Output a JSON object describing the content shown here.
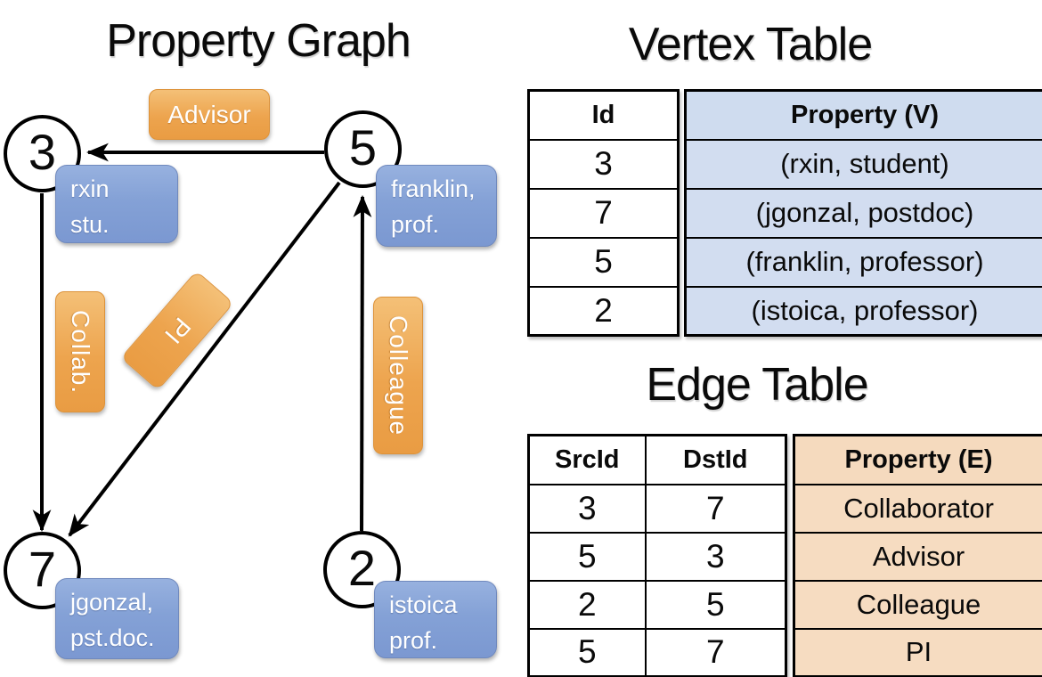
{
  "graph": {
    "title": "Property Graph",
    "nodes": [
      {
        "id": "3",
        "property_line1": "rxin",
        "property_line2": "stu."
      },
      {
        "id": "5",
        "property_line1": "franklin,",
        "property_line2": "prof."
      },
      {
        "id": "7",
        "property_line1": "jgonzal,",
        "property_line2": "pst.doc."
      },
      {
        "id": "2",
        "property_line1": "istoica",
        "property_line2": "prof."
      }
    ],
    "edge_labels": [
      {
        "label": "Advisor"
      },
      {
        "label": "Collab."
      },
      {
        "label": "PI"
      },
      {
        "label": "Colleague"
      }
    ]
  },
  "vertex_table": {
    "title": "Vertex Table",
    "columns": {
      "id": "Id",
      "property": "Property (V)"
    },
    "rows": [
      {
        "id": "3",
        "property": "(rxin, student)"
      },
      {
        "id": "7",
        "property": "(jgonzal, postdoc)"
      },
      {
        "id": "5",
        "property": "(franklin, professor)"
      },
      {
        "id": "2",
        "property": "(istoica, professor)"
      }
    ]
  },
  "edge_table": {
    "title": "Edge Table",
    "columns": {
      "src": "SrcId",
      "dst": "DstId",
      "property": "Property (E)"
    },
    "rows": [
      {
        "src": "3",
        "dst": "7",
        "property": "Collaborator"
      },
      {
        "src": "5",
        "dst": "3",
        "property": "Advisor"
      },
      {
        "src": "2",
        "dst": "5",
        "property": "Colleague"
      },
      {
        "src": "5",
        "dst": "7",
        "property": "PI"
      }
    ]
  },
  "colors": {
    "edge_label_fill": "#eda44e",
    "vertex_property_fill": "#84a1d6",
    "vertex_table_header_bg": "#cfdcef",
    "vertex_table_cell_bg": "#d2ddf0",
    "edge_table_property_bg": "#f6dcc1",
    "line": "#000000",
    "text_on_boxes": "#ffffff"
  }
}
